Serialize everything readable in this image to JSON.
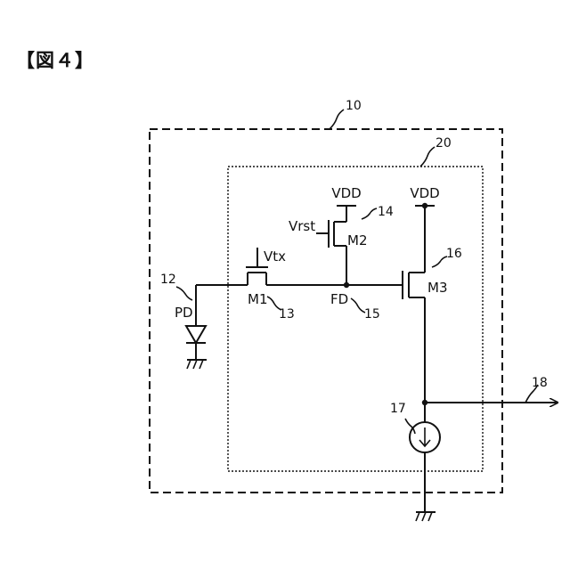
{
  "figure": {
    "title": "【図４】"
  },
  "labels": {
    "vdd_left": "VDD",
    "vdd_right": "VDD",
    "vrst": "Vrst",
    "vtx": "Vtx",
    "m1": "M1",
    "m2": "M2",
    "m3": "M3",
    "fd": "FD",
    "pd": "PD"
  },
  "refs": {
    "r10": "10",
    "r12": "12",
    "r13": "13",
    "r14": "14",
    "r15": "15",
    "r16": "16",
    "r17": "17",
    "r18": "18",
    "r20": "20"
  }
}
